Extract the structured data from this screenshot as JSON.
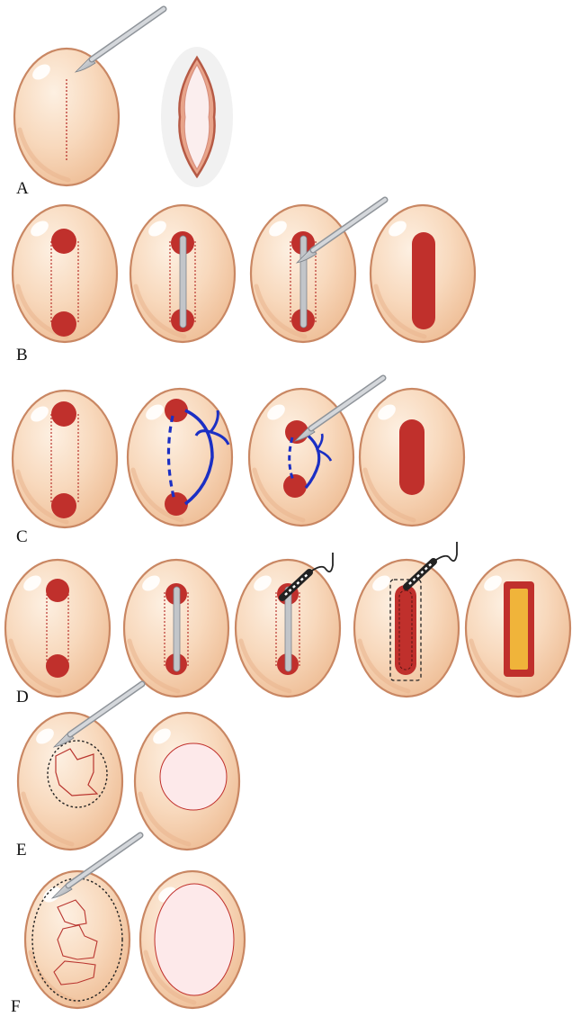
{
  "rows": [
    {
      "id": "A",
      "label": "A"
    },
    {
      "id": "B",
      "label": "B"
    },
    {
      "id": "C",
      "label": "C"
    },
    {
      "id": "D",
      "label": "D"
    },
    {
      "id": "E",
      "label": "E"
    },
    {
      "id": "F",
      "label": "F"
    }
  ],
  "colors": {
    "skin_light": "#fbe3cd",
    "skin_mid": "#f3c7a2",
    "skin_outline": "#c98763",
    "lesion_red": "#c0302c",
    "vein_blue": "#1b2fc4",
    "graft_yellow": "#f0b43a",
    "excision_pink": "#fde9ea",
    "instrument_gray": "#b8bcc2"
  },
  "icons": [
    "scalpel-icon",
    "suture-needle-icon"
  ]
}
